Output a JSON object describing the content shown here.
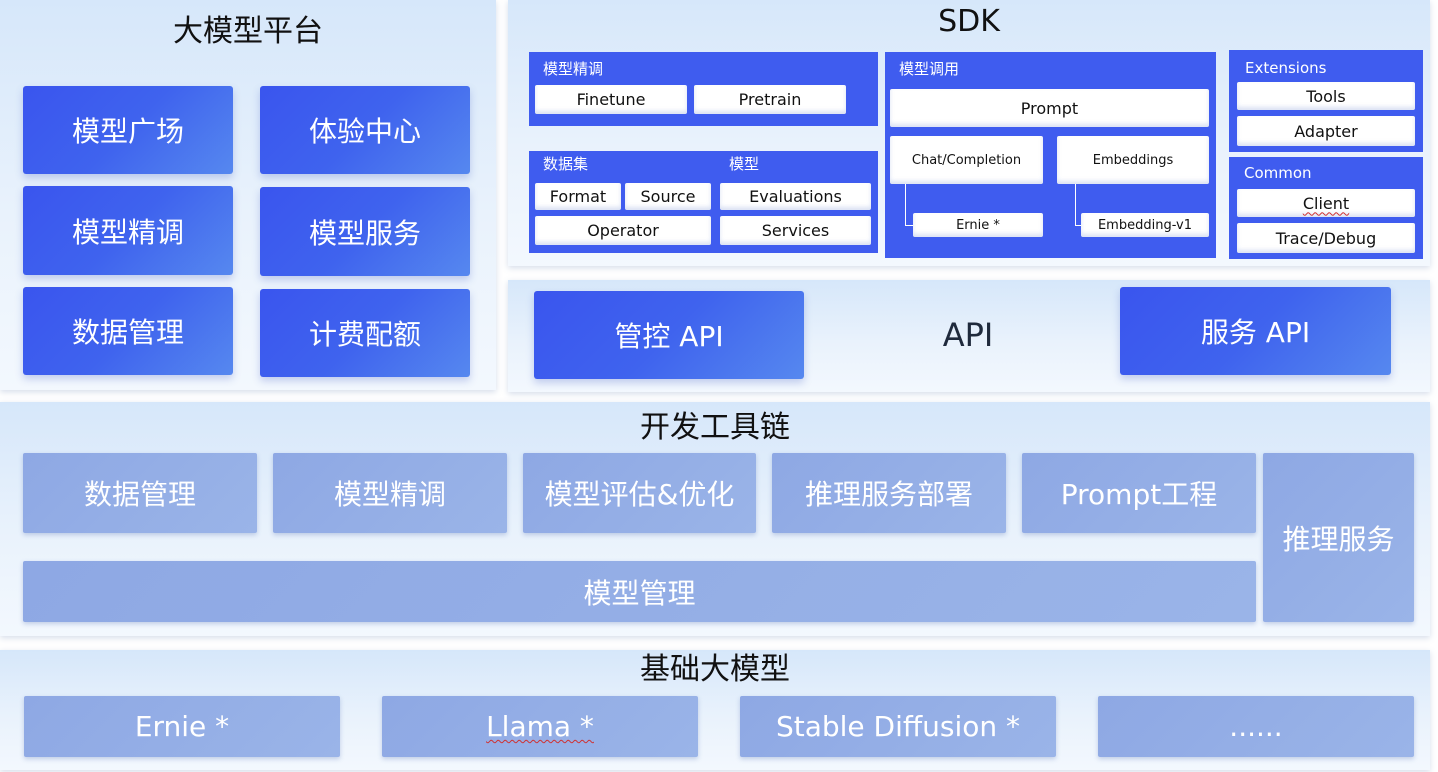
{
  "platform": {
    "title": "大模型平台",
    "items": [
      "模型广场",
      "体验中心",
      "模型精调",
      "模型服务",
      "数据管理",
      "计费配额"
    ]
  },
  "sdk": {
    "title": "SDK",
    "finetune_group": {
      "label": "模型精调",
      "items": [
        "Finetune",
        "Pretrain"
      ]
    },
    "dataset_group": {
      "label": "数据集",
      "items": [
        "Format",
        "Source",
        "Operator"
      ]
    },
    "model_group": {
      "label": "模型",
      "items": [
        "Evaluations",
        "Services"
      ]
    },
    "invoke_group": {
      "label": "模型调用",
      "prompt": "Prompt",
      "chat": "Chat/Completion",
      "embeddings": "Embeddings",
      "ernie": "Ernie *",
      "embedding_v1": "Embedding-v1"
    },
    "extensions_group": {
      "label": "Extensions",
      "items": [
        "Tools",
        "Adapter"
      ]
    },
    "common_group": {
      "label": "Common",
      "items": [
        "Client",
        "Trace/Debug"
      ]
    }
  },
  "api": {
    "title": "API",
    "control": "管控 API",
    "service": "服务 API"
  },
  "toolchain": {
    "title": "开发工具链",
    "items": [
      "数据管理",
      "模型精调",
      "模型评估&优化",
      "推理服务部署",
      "Prompt工程"
    ],
    "model_management": "模型管理",
    "inference_service": "推理服务"
  },
  "foundation": {
    "title": "基础大模型",
    "items": [
      "Ernie *",
      "Llama *",
      "Stable Diffusion *",
      "......"
    ]
  }
}
